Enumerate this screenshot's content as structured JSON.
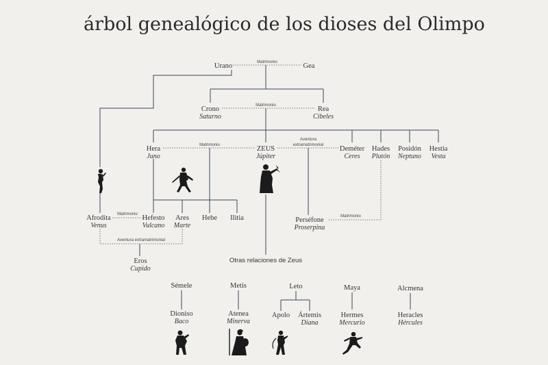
{
  "title": "árbol genealógico de los dioses del Olimpo",
  "labels": {
    "matrimonio": "Matrimonio",
    "aventura_extra": "Aventura extramatrimonial",
    "aventura_top": "Aventura",
    "aventura_bottom": "extramatrimonial",
    "otras_relaciones": "Otras relaciones de Zeus"
  },
  "gods": {
    "urano": "Urano",
    "gea": "Gea",
    "crono": {
      "name": "Crono",
      "latin": "Saturno"
    },
    "rea": {
      "name": "Rea",
      "latin": "Cibeles"
    },
    "hera": {
      "name": "Hera",
      "latin": "Juno"
    },
    "zeus": {
      "name": "ZEUS",
      "latin": "Júpiter"
    },
    "demeter": {
      "name": "Deméter",
      "latin": "Ceres"
    },
    "hades": {
      "name": "Hades",
      "latin": "Plutón"
    },
    "posidon": {
      "name": "Posidón",
      "latin": "Neptuno"
    },
    "hestia": {
      "name": "Hestia",
      "latin": "Vesta"
    },
    "afrodita": {
      "name": "Afrodita",
      "latin": "Venus"
    },
    "hefesto": {
      "name": "Hefesto",
      "latin": "Vulcano"
    },
    "ares": {
      "name": "Ares",
      "latin": "Marte"
    },
    "hebe": "Hebe",
    "ilitia": "Ilitia",
    "persefone": {
      "name": "Perséfone",
      "latin": "Proserpina"
    },
    "eros": {
      "name": "Eros",
      "latin": "Cupido"
    }
  },
  "others": {
    "semele": "Sémele",
    "dioniso": {
      "name": "Dioniso",
      "latin": "Baco"
    },
    "metis": "Metis",
    "atenea": {
      "name": "Atenea",
      "latin": "Minerva"
    },
    "leto": "Leto",
    "apolo": "Apolo",
    "artemis": {
      "name": "Ártemis",
      "latin": "Diana"
    },
    "maya": "Maya",
    "hermes": {
      "name": "Hermes",
      "latin": "Mercurio"
    },
    "alcmena": "Alcmena",
    "heracles": {
      "name": "Heracles",
      "latin": "Hércules"
    }
  },
  "icons": [
    "venus-silhouette-icon",
    "ares-silhouette-icon",
    "zeus-silhouette-icon",
    "dioniso-silhouette-icon",
    "atenea-silhouette-icon",
    "artemis-silhouette-icon",
    "hermes-silhouette-icon"
  ]
}
